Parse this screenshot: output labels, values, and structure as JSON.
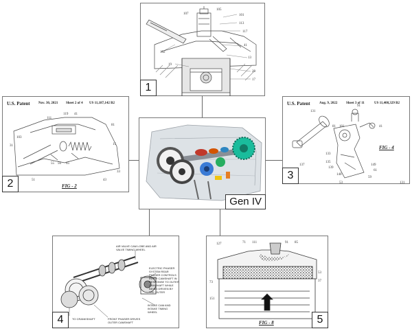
{
  "center": {
    "label": "Gen IV"
  },
  "panels": [
    {
      "number": "1"
    },
    {
      "number": "2",
      "patent": "U.S. Patent",
      "date": "Nov. 30, 2021",
      "sheet": "Sheet 2 of 4",
      "patent_no": "US 11,187,142 B2",
      "figure": "FIG - 2"
    },
    {
      "number": "3",
      "patent": "U.S. Patent",
      "date": "Aug. 9, 2022",
      "sheet": "Sheet 3 of 11",
      "patent_no": "US 11,408,329 B2",
      "figure": "FIG - 4"
    },
    {
      "number": "4",
      "callouts": {
        "top": "AIR VALVE CAM LOBE AND AIR VALVE TIMING WHEEL",
        "mid": "ELECTRIC PHASER SYSTEM REAR PHASER CONTROLS INNER CAMSHAFT IN RESPONSE TO OUTER CAMSHAFT WHILE BEING DRIVEN BY THE OUTER",
        "intake": "INTAKE CAM AND INTAKE TIMING WHEEL",
        "front": "FRONT PHASER DRIVES OUTER CAMSHAFT",
        "crank": "TO CRANKSHAFT"
      }
    },
    {
      "number": "5",
      "figure": "FIG - 8"
    }
  ]
}
